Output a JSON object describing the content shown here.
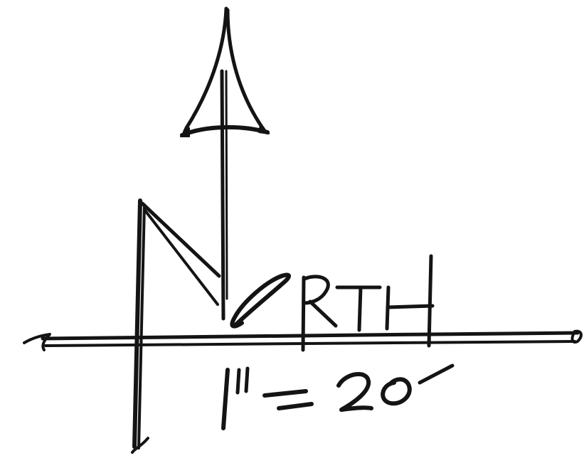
{
  "north_arrow": {
    "letter_n": "N",
    "label": "NORTH"
  },
  "scale": {
    "text": "1\" = 20'"
  },
  "colors": {
    "ink": "#141414",
    "paper": "#ffffff"
  }
}
